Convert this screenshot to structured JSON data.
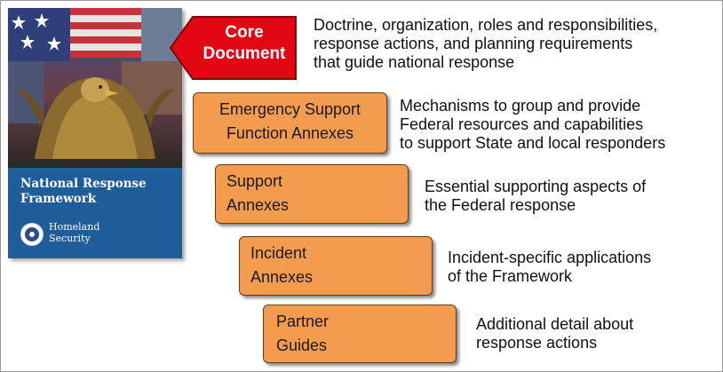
{
  "cover": {
    "title_line1": "National Response",
    "title_line2": "Framework",
    "seal_line1": "Homeland",
    "seal_line2": "Security"
  },
  "core": {
    "label_line1": "Core",
    "label_line2": "Document",
    "color": "#e30613",
    "description": [
      "Doctrine, organization, roles and responsibilities,",
      "response actions, and planning requirements",
      "that guide national response"
    ]
  },
  "components": [
    {
      "label": [
        "Emergency Support",
        "Function Annexes"
      ],
      "description": [
        "Mechanisms to group and provide",
        "Federal resources and capabilities",
        "to support State and local responders"
      ]
    },
    {
      "label": [
        "Support",
        "Annexes"
      ],
      "description": [
        "Essential supporting aspects of",
        "the Federal response"
      ]
    },
    {
      "label": [
        "Incident",
        "Annexes"
      ],
      "description": [
        "Incident-specific applications",
        "of the Framework"
      ]
    },
    {
      "label": [
        "Partner",
        "Guides"
      ],
      "description": [
        "Additional detail about",
        "response actions"
      ]
    }
  ],
  "colors": {
    "box_fill": "#f39b4f",
    "box_border": "#6b3a14",
    "cover_band": "#1f5c9a"
  }
}
